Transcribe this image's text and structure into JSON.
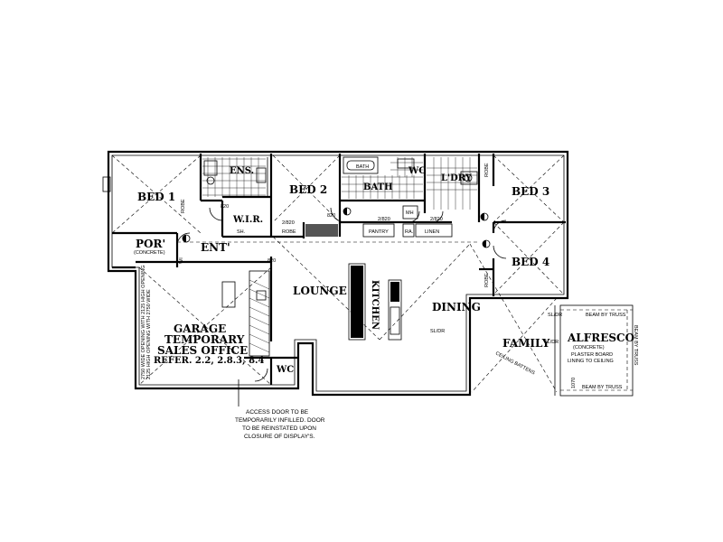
{
  "rooms": {
    "bed1": "BED 1",
    "ens": "ENS.",
    "wir": "W.I.R.",
    "bed2": "BED 2",
    "bath": "BATH",
    "wc": "WC",
    "ldry": "L'DRY",
    "bed3": "BED 3",
    "bed4": "BED 4",
    "por": "POR'",
    "ent": "ENT'",
    "lounge": "LOUNGE",
    "kitchen": "KITCHEN",
    "dining": "DINING",
    "family": "FAMILY",
    "alfresco": "ALFRESCO",
    "garage1": "GARAGE",
    "garage2": "TEMPORARY",
    "garage3": "SALES OFFICE",
    "garage4": "REFER. 2.2, 2.8.3, 8.4",
    "wc2": "WC"
  },
  "labels": {
    "sh": "SH.",
    "robe": "ROBE",
    "robe2": "ROBE",
    "robe3": "ROBE",
    "robe4": "ROBE",
    "pantry": "PANTRY",
    "linen": "LINEN",
    "ra": "RA.",
    "mh": "MH",
    "bath_fixture": "BATH",
    "concrete_por": "(CONCRETE)",
    "concrete_alf": "(CONCRETE)",
    "plaster1": "PLASTER BOARD",
    "plaster2": "LINING TO CEILING",
    "beam_top": "BEAM BY TRUSS",
    "beam_bottom": "BEAM BY TRUSS",
    "beam_right": "BEAM BY TRUSS",
    "ceiling_battens": "CEILING BATTENS",
    "sl_dr1": "SL/DR",
    "sl_dr2": "SL/DR",
    "sl_dr3": "SL/DR",
    "dim_2820a": "2/820",
    "dim_2820b": "2/820",
    "dim_2820c": "2/820",
    "dim_820a": "820",
    "dim_820b": "820",
    "dim_820c": "820",
    "dim_1070": "1070",
    "wi": "WI",
    "garage_side": "2750 WIDE OPENING WITH 2125 HIGH OPENING",
    "garage_side2": "2125 HIGH OPENING WITH 2750 WIDE"
  },
  "note": {
    "line1": "ACCESS DOOR TO BE",
    "line2": "TEMPORARILY INFILLED. DOOR",
    "line3": "TO BE REINSTATED UPON",
    "line4": "CLOSURE OF DISPLAY'S."
  }
}
